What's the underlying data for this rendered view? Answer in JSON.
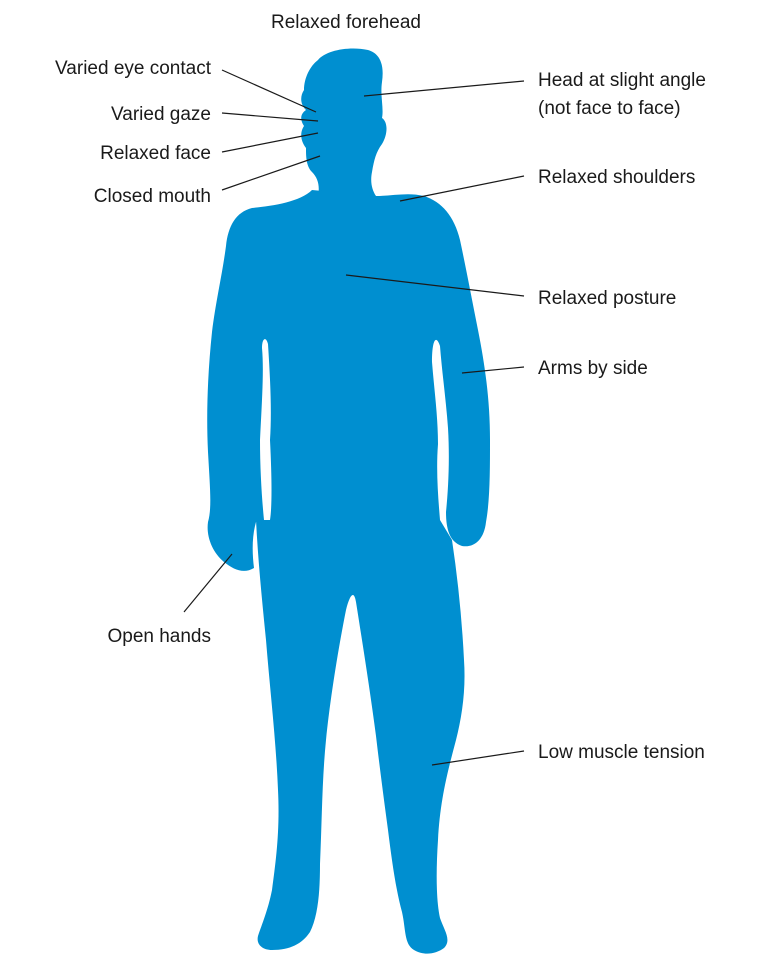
{
  "diagram": {
    "figure_color": "#008fd0",
    "figure": "standing-person-silhouette",
    "labels": {
      "relaxed_forehead": "Relaxed forehead",
      "varied_eye_contact": "Varied eye contact",
      "varied_gaze": "Varied gaze",
      "relaxed_face": "Relaxed face",
      "closed_mouth": "Closed mouth",
      "head_angle_line1": "Head at slight angle",
      "head_angle_line2": "(not face to face)",
      "relaxed_shoulders": "Relaxed shoulders",
      "relaxed_posture": "Relaxed posture",
      "arms_by_side": "Arms by side",
      "open_hands": "Open hands",
      "low_muscle_tension": "Low muscle tension"
    }
  }
}
